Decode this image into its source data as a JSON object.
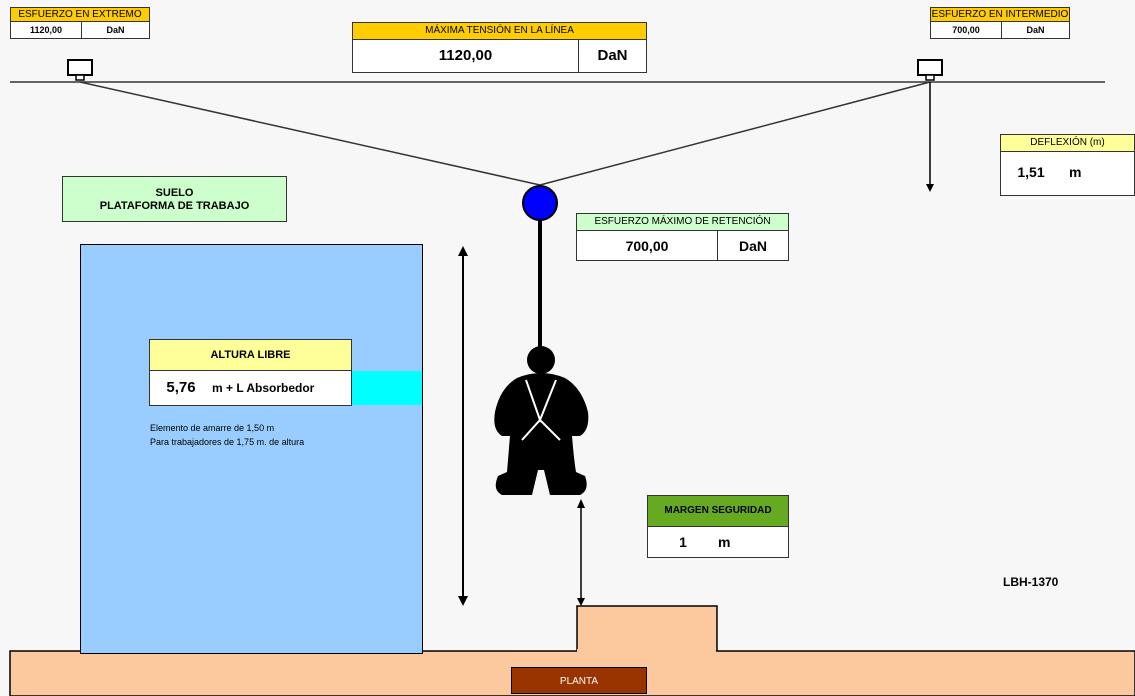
{
  "end_force": {
    "label": "ESFUERZO EN EXTREMO",
    "value": "1120,00",
    "unit": "DaN"
  },
  "max_tension": {
    "label": "MÁXIMA TENSIÓN EN LA LÍNEA",
    "value": "1120,00",
    "unit": "DaN"
  },
  "mid_force": {
    "label": "ESFUERZO EN INTERMEDIO",
    "value": "700,00",
    "unit": "DaN"
  },
  "deflection": {
    "label": "DEFLEXIÓN (m)",
    "value": "1,51",
    "unit": "m"
  },
  "retention": {
    "label": "ESFUERZO MÁXIMO DE RETENCIÓN",
    "value": "700,00",
    "unit": "DaN"
  },
  "platform": {
    "line1": "SUELO",
    "line2": "PLATAFORMA DE TRABAJO"
  },
  "clearance": {
    "label": "ALTURA LIBRE",
    "value": "5,76",
    "unit": "m + L Absorbedor",
    "note1": "Elemento de amarre de 1,50 m",
    "note2": "Para trabajadores de 1,75 m. de altura"
  },
  "margin": {
    "label": "MARGEN SEGURIDAD",
    "value": "1",
    "unit": "m"
  },
  "code": "LBH-1370",
  "ground": {
    "label": "PLANTA"
  },
  "colors": {
    "yellow": "#ffcc00",
    "light_yellow": "#ffff99",
    "green": "#66aa22",
    "light_green": "#ccffcc",
    "blue": "#99ccff",
    "cyan": "#00ffff",
    "floor": "#fcc99e",
    "planta": "#993300"
  }
}
